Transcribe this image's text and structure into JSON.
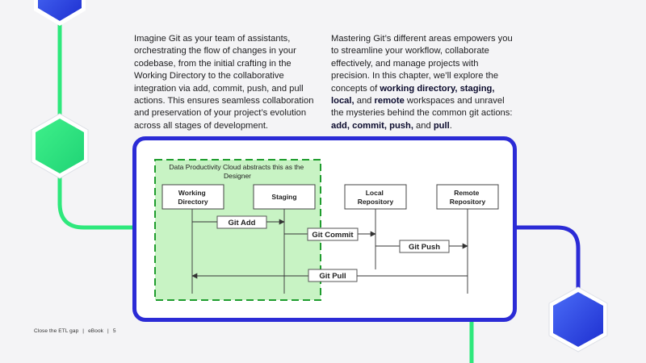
{
  "intro": {
    "left_paragraph": "Imagine Git as your team of assistants, orchestrating the flow of changes in your codebase, from the initial crafting in the Working Directory to the collaborative integration via add, commit, push, and pull actions. This ensures seamless collaboration and preservation of your project’s evolution across all stages of development.",
    "right_paragraph": {
      "lead": "Mastering Git’s different areas empowers you to streamline your workflow, collaborate effectively, and manage projects with precision. In this chapter, we’ll explore the concepts of ",
      "term1": "working directory, staging, local,",
      "mid1": " and ",
      "term2": "remote",
      "mid2": " workspaces and unravel the mysteries behind the common git actions: ",
      "term3": "add, commit, push,",
      "mid3": " and ",
      "term4": "pull",
      "end": "."
    }
  },
  "diagram": {
    "group_label": [
      "Data Productivity Cloud abstracts this as the",
      "Designer"
    ],
    "nodes": {
      "working_directory": [
        "Working",
        "Directory"
      ],
      "staging": [
        "Staging"
      ],
      "local_repository": [
        "Local",
        "Repository"
      ],
      "remote_repository": [
        "Remote",
        "Repository"
      ]
    },
    "actions": {
      "add": "Git Add",
      "commit": "Git Commit",
      "push": "Git Push",
      "pull": "Git Pull"
    }
  },
  "footer": {
    "title": "Close the ETL gap",
    "type": "eBook",
    "page": "5"
  },
  "colors": {
    "blue": "#2b2bd6",
    "green": "#2ee87c",
    "designer_fill": "#c8f3c4",
    "designer_border": "#1f9d2e"
  }
}
